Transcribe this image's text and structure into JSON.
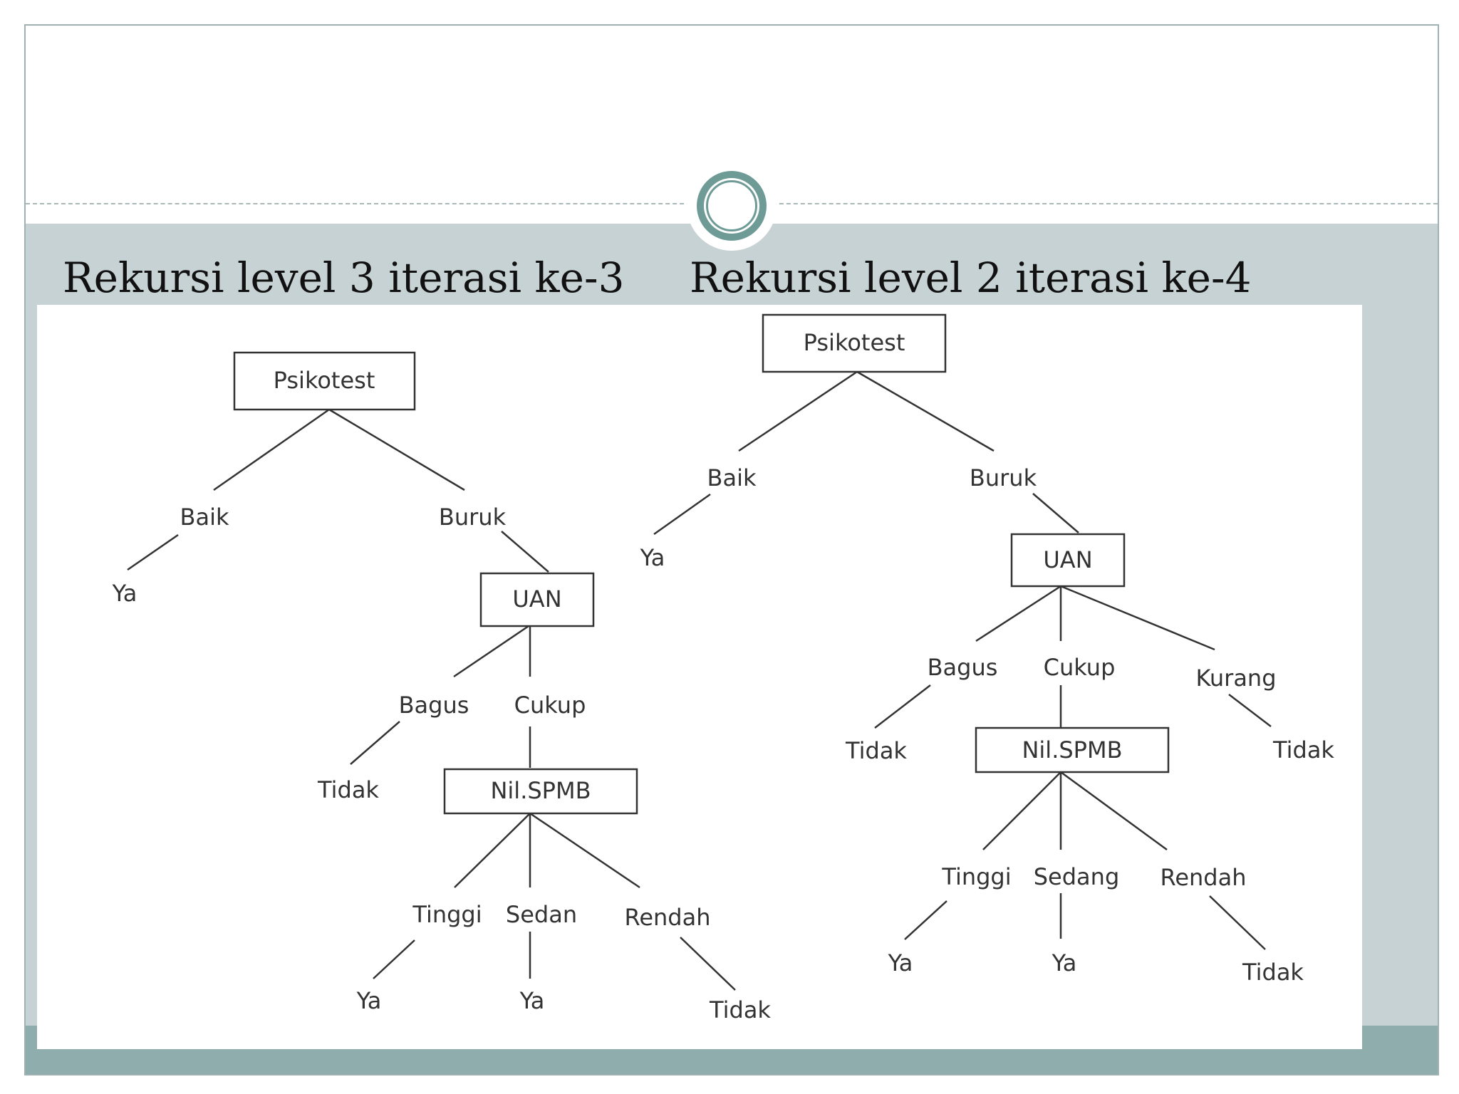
{
  "slide": {
    "title_left": "Rekursi level 3 iterasi ke-3",
    "title_right": "Rekursi level 2 iterasi ke-4"
  },
  "tree_left": {
    "root": "Psikotest",
    "root_branch_left": "Baik",
    "root_branch_right": "Buruk",
    "leaf_baik": "Ya",
    "uan": "UAN",
    "uan_branch_left": "Bagus",
    "uan_branch_mid": "Cukup",
    "leaf_bagus": "Tidak",
    "spmb": "Nil.SPMB",
    "spmb_branch_left": "Tinggi",
    "spmb_branch_mid": "Sedan",
    "spmb_branch_right": "Rendah",
    "leaf_tinggi": "Ya",
    "leaf_sedang": "Ya",
    "leaf_rendah": "Tidak"
  },
  "tree_right": {
    "root": "Psikotest",
    "root_branch_left": "Baik",
    "root_branch_right": "Buruk",
    "leaf_baik": "Ya",
    "uan": "UAN",
    "uan_branch_left": "Bagus",
    "uan_branch_mid": "Cukup",
    "uan_branch_right": "Kurang",
    "leaf_bagus": "Tidak",
    "leaf_kurang": "Tidak",
    "spmb": "Nil.SPMB",
    "spmb_branch_left": "Tinggi",
    "spmb_branch_mid": "Sedang",
    "spmb_branch_right": "Rendah",
    "leaf_tinggi": "Ya",
    "leaf_sedang": "Ya",
    "leaf_rendah": "Tidak"
  },
  "colors": {
    "band": "#c7d2d4",
    "footer": "#8eadac",
    "accent": "#6f9b97",
    "line": "#333333"
  }
}
